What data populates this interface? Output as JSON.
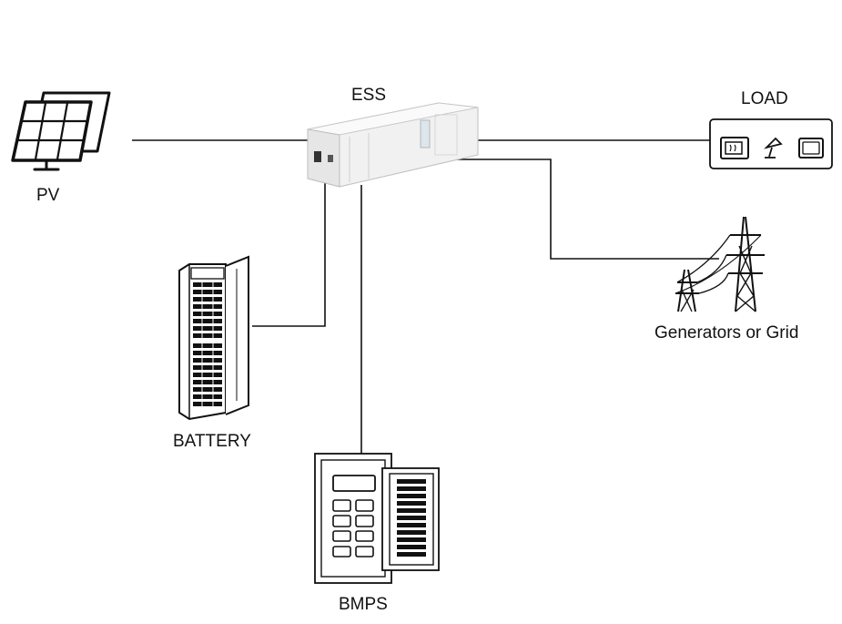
{
  "labels": {
    "ess": "ESS",
    "load": "LOAD",
    "pv": "PV",
    "grid": "Generators or Grid",
    "battery": "BATTERY",
    "bmps": "BMPS"
  },
  "icons": {
    "pv": "solar-panel-icon",
    "ess": "energy-storage-container-icon",
    "load": "load-appliances-icon",
    "grid": "power-transmission-tower-icon",
    "battery": "battery-rack-icon",
    "bmps": "bmps-cabinet-icon"
  },
  "connections": [
    {
      "from": "PV",
      "to": "ESS"
    },
    {
      "from": "ESS",
      "to": "LOAD"
    },
    {
      "from": "ESS",
      "to": "Generators or Grid"
    },
    {
      "from": "ESS",
      "to": "BATTERY"
    },
    {
      "from": "ESS",
      "to": "BMPS"
    }
  ]
}
